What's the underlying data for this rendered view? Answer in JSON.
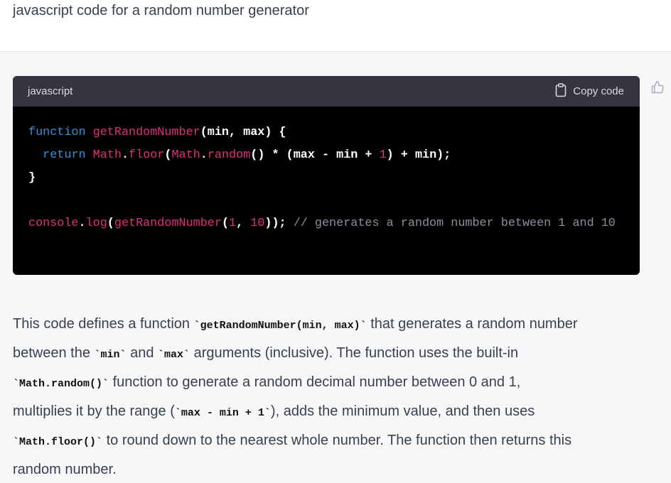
{
  "user_message": "javascript code for a random number generator",
  "code_block": {
    "language": "javascript",
    "copy_label": "Copy code",
    "lines": [
      [
        {
          "t": "kw",
          "v": "function"
        },
        {
          "t": "pl",
          "v": " "
        },
        {
          "t": "fn",
          "v": "getRandomNumber"
        },
        {
          "t": "pl",
          "v": "(min, max) {"
        }
      ],
      [
        {
          "t": "pl",
          "v": "  "
        },
        {
          "t": "kw",
          "v": "return"
        },
        {
          "t": "pl",
          "v": " "
        },
        {
          "t": "fn",
          "v": "Math"
        },
        {
          "t": "pl",
          "v": "."
        },
        {
          "t": "fn",
          "v": "floor"
        },
        {
          "t": "pl",
          "v": "("
        },
        {
          "t": "fn",
          "v": "Math"
        },
        {
          "t": "pl",
          "v": "."
        },
        {
          "t": "fn",
          "v": "random"
        },
        {
          "t": "pl",
          "v": "() * (max - min + "
        },
        {
          "t": "num",
          "v": "1"
        },
        {
          "t": "pl",
          "v": ") + min);"
        }
      ],
      [
        {
          "t": "pl",
          "v": "}"
        }
      ],
      [],
      [
        {
          "t": "fn",
          "v": "console"
        },
        {
          "t": "pl",
          "v": "."
        },
        {
          "t": "fn",
          "v": "log"
        },
        {
          "t": "pl",
          "v": "("
        },
        {
          "t": "fn",
          "v": "getRandomNumber"
        },
        {
          "t": "pl",
          "v": "("
        },
        {
          "t": "num",
          "v": "1"
        },
        {
          "t": "pl",
          "v": ", "
        },
        {
          "t": "num",
          "v": "10"
        },
        {
          "t": "pl",
          "v": ")); "
        },
        {
          "t": "cm",
          "v": "// generates a random number between 1 and 10"
        }
      ]
    ]
  },
  "answer": {
    "lines": [
      [
        {
          "t": "tx",
          "v": "This code defines a function "
        },
        {
          "t": "ic",
          "v": "`getRandomNumber(min, max)`"
        },
        {
          "t": "tx",
          "v": " that generates a random number"
        }
      ],
      [
        {
          "t": "tx",
          "v": "between the "
        },
        {
          "t": "ic",
          "v": "`min`"
        },
        {
          "t": "tx",
          "v": " and "
        },
        {
          "t": "ic",
          "v": "`max`"
        },
        {
          "t": "tx",
          "v": " arguments (inclusive). The function uses the built-in"
        }
      ],
      [
        {
          "t": "ic",
          "v": "`Math.random()`"
        },
        {
          "t": "tx",
          "v": " function to generate a random decimal number between 0 and 1,"
        }
      ],
      [
        {
          "t": "tx",
          "v": "multiplies it by the range ("
        },
        {
          "t": "ic",
          "v": "`max - min + 1`"
        },
        {
          "t": "tx",
          "v": "), adds the minimum value, and then uses"
        }
      ],
      [
        {
          "t": "ic",
          "v": "`Math.floor()`"
        },
        {
          "t": "tx",
          "v": " to round down to the nearest whole number. The function then returns this"
        }
      ],
      [
        {
          "t": "tx",
          "v": "random number."
        }
      ]
    ]
  }
}
